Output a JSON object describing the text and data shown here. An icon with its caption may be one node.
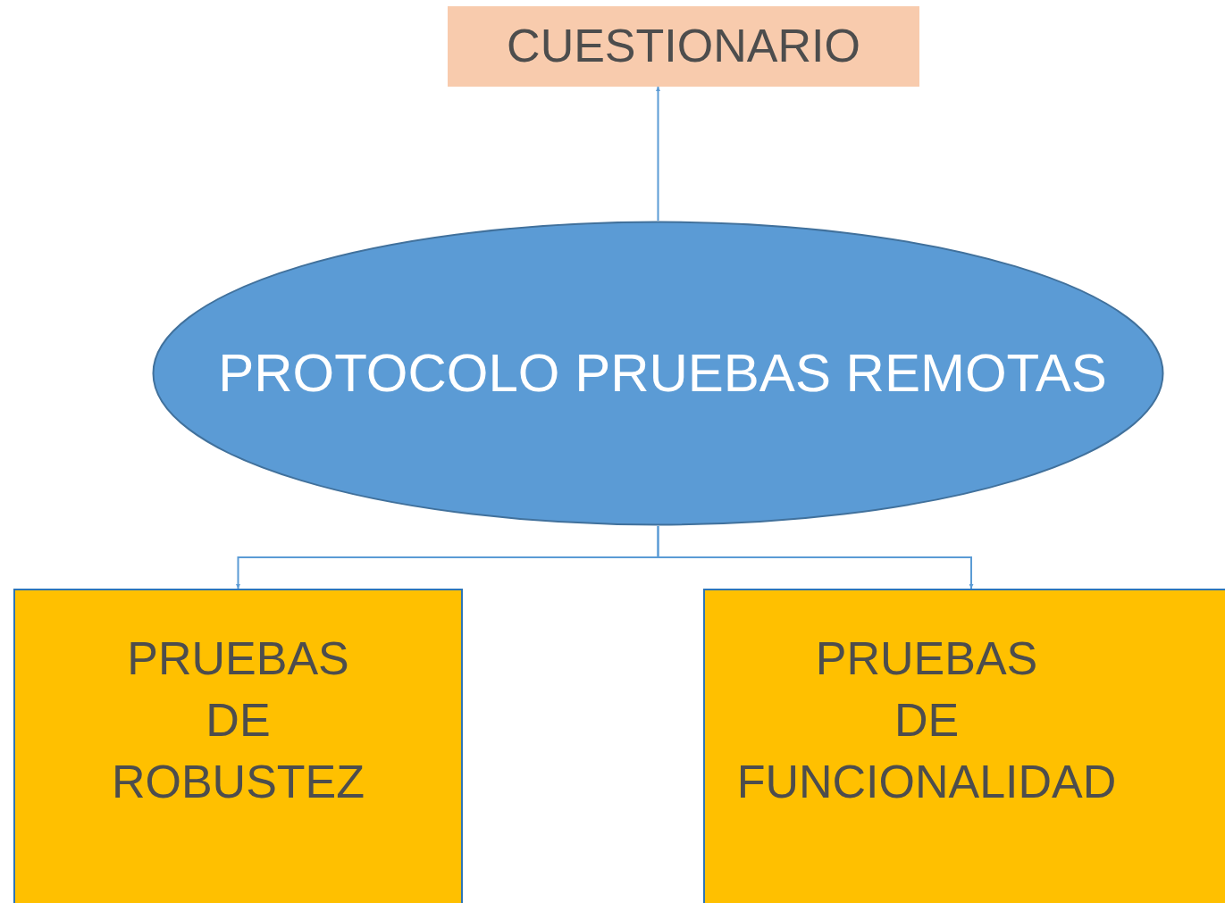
{
  "diagram": {
    "nodes": [
      {
        "text": [
          "CUESTIONARIO"
        ]
      },
      {
        "text": [
          "PROTOCOLO PRUEBAS REMOTAS"
        ]
      },
      {
        "text": [
          "PRUEBAS DE ROBUSTEZ"
        ]
      },
      {
        "text": [
          "PRUEBAS DE FUNCIONALIDAD"
        ]
      }
    ],
    "edges": [
      {
        "from": 1,
        "to": 0,
        "arrow": "to"
      },
      {
        "from": 1,
        "to": 2,
        "arrow": "to"
      },
      {
        "from": 1,
        "to": 3,
        "arrow": "to"
      }
    ]
  }
}
